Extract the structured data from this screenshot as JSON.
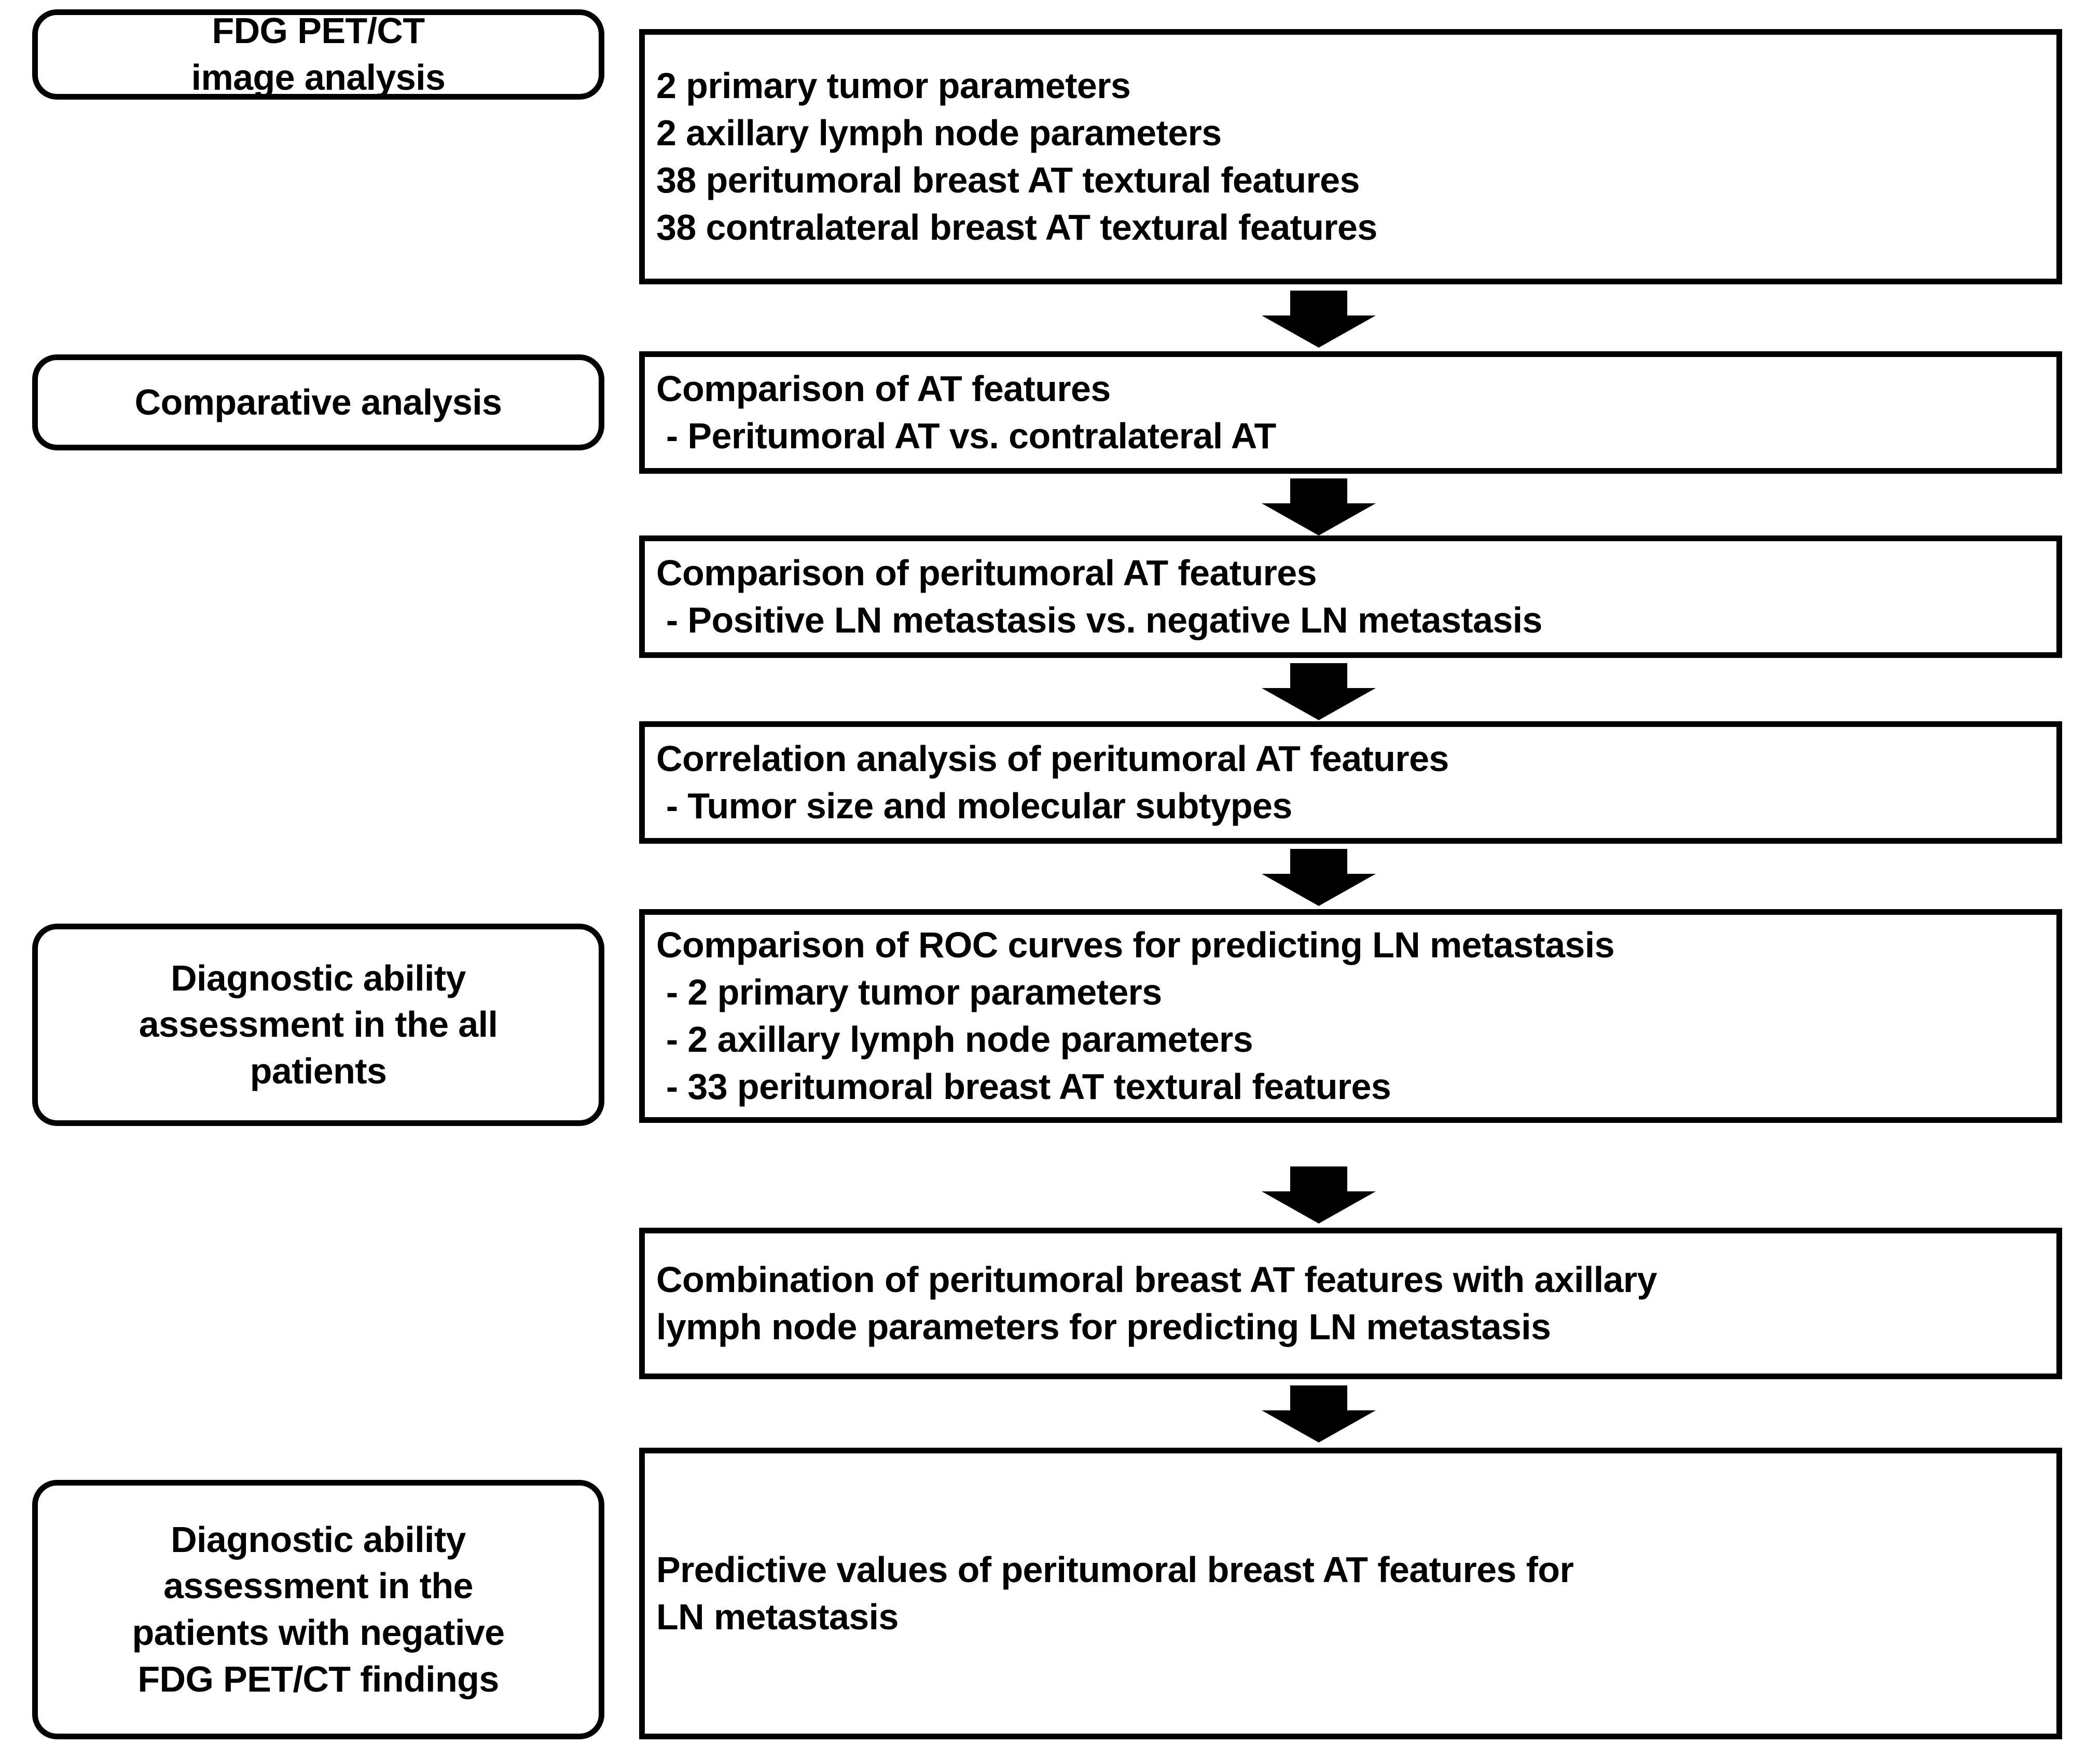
{
  "diagram": {
    "title": "FDG PET/CT study workflow flowchart",
    "theme": {
      "stroke": "#000000",
      "fill": "#ffffff",
      "text": "#000000"
    },
    "stages": [
      {
        "id": "stage-image-analysis",
        "label": "FDG PET/CT\nimage analysis"
      },
      {
        "id": "stage-comparative",
        "label": "Comparative analysis"
      },
      {
        "id": "stage-diagnostic-all",
        "label": "Diagnostic ability\nassessment in the all\npatients"
      },
      {
        "id": "stage-diagnostic-neg",
        "label": "Diagnostic ability\nassessment in the\npatients with negative\nFDG PET/CT findings"
      }
    ],
    "steps": [
      {
        "id": "step-parameters",
        "lines": [
          "2 primary tumor parameters",
          "2 axillary lymph node parameters",
          "38 peritumoral breast AT textural features",
          "38 contralateral breast AT textural features"
        ]
      },
      {
        "id": "step-compare-at-features",
        "lines": [
          "Comparison of AT features",
          " - Peritumoral AT vs. contralateral AT"
        ]
      },
      {
        "id": "step-compare-peritumoral",
        "lines": [
          "Comparison of peritumoral AT features",
          " - Positive LN metastasis vs. negative LN metastasis"
        ]
      },
      {
        "id": "step-correlation",
        "lines": [
          "Correlation analysis of peritumoral AT features",
          " - Tumor size and molecular subtypes"
        ]
      },
      {
        "id": "step-roc",
        "lines": [
          "Comparison of ROC curves for predicting LN metastasis",
          " - 2 primary tumor parameters",
          " - 2 axillary lymph node parameters",
          " - 33 peritumoral breast AT textural features"
        ]
      },
      {
        "id": "step-combination",
        "lines": [
          "Combination of peritumoral breast AT features with axillary",
          "lymph node parameters for predicting LN metastasis"
        ]
      },
      {
        "id": "step-predictive-values",
        "lines": [
          "Predictive values of peritumoral breast AT features for",
          "LN metastasis"
        ]
      }
    ],
    "connectors": [
      {
        "id": "arrow-1",
        "icon": "down-block-arrow-icon",
        "from": "step-parameters",
        "to": "step-compare-at-features"
      },
      {
        "id": "arrow-2",
        "icon": "down-block-arrow-icon",
        "from": "step-compare-at-features",
        "to": "step-compare-peritumoral"
      },
      {
        "id": "arrow-3",
        "icon": "down-block-arrow-icon",
        "from": "step-compare-peritumoral",
        "to": "step-correlation"
      },
      {
        "id": "arrow-4",
        "icon": "down-block-arrow-icon",
        "from": "step-correlation",
        "to": "step-roc"
      },
      {
        "id": "arrow-5",
        "icon": "down-block-arrow-icon",
        "from": "step-roc",
        "to": "step-combination"
      },
      {
        "id": "arrow-6",
        "icon": "down-block-arrow-icon",
        "from": "step-combination",
        "to": "step-predictive-values"
      }
    ]
  }
}
